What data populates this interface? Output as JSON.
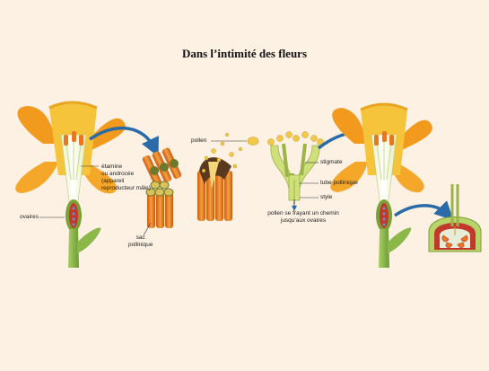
{
  "title": "Dans l’intimité des fleurs",
  "labels": {
    "etamine": "étamine",
    "androcee": "ou androcée",
    "appareil": "(appareil",
    "repro": "reproducteur mâle)",
    "ovaires": "ovaires",
    "sac": "sac",
    "pollinique": "pollinique",
    "pollen": "pollen",
    "stigmate": "stigmate",
    "tube": "tube pollinique",
    "style": "style",
    "chemin1": "pollen se frayant un chemin",
    "chemin2": "jusqu’aux ovaires"
  },
  "colors": {
    "background": "#fdf1e3",
    "petal_yellow": "#f6c43a",
    "petal_orange": "#f29a1e",
    "stem_green": "#8cb84a",
    "anther_orange": "#e8771f",
    "arrow_blue": "#2a6aa8",
    "ovary_red": "#c2392b"
  }
}
